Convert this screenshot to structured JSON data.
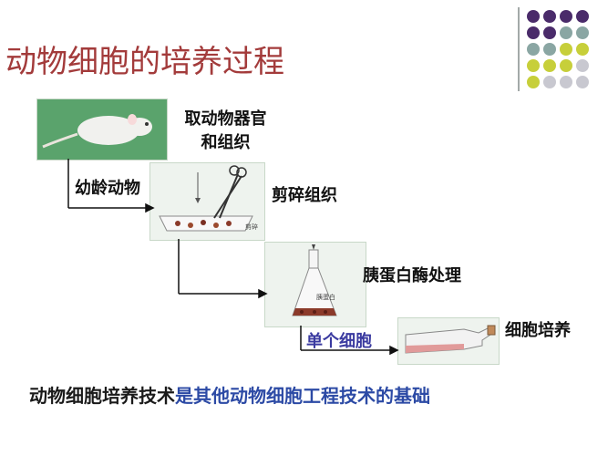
{
  "slide": {
    "title": "动物细胞的培养过程",
    "colors": {
      "title": "#a33b3b",
      "accent_text": "#2c4aa5",
      "dot_purple": "#4a2b6a",
      "dot_teal": "#8aa6a3",
      "dot_yellow": "#c7cf3a",
      "dot_gray": "#c8c8d0"
    }
  },
  "steps": {
    "take_organs_line1": "取动物器官",
    "take_organs_line2": "和组织",
    "young_animal": "幼龄动物",
    "mince_tissue": "剪碎组织",
    "trypsin_treatment": "胰蛋白酶处理",
    "single_cell": "单个细胞",
    "cell_culture": "细胞培养"
  },
  "images": {
    "dish_label": "剪碎",
    "flask_label": "胰蛋白"
  },
  "footer": {
    "part1": "动物细胞培养技术",
    "part2": "是其他动物细胞工程技术的基础"
  }
}
